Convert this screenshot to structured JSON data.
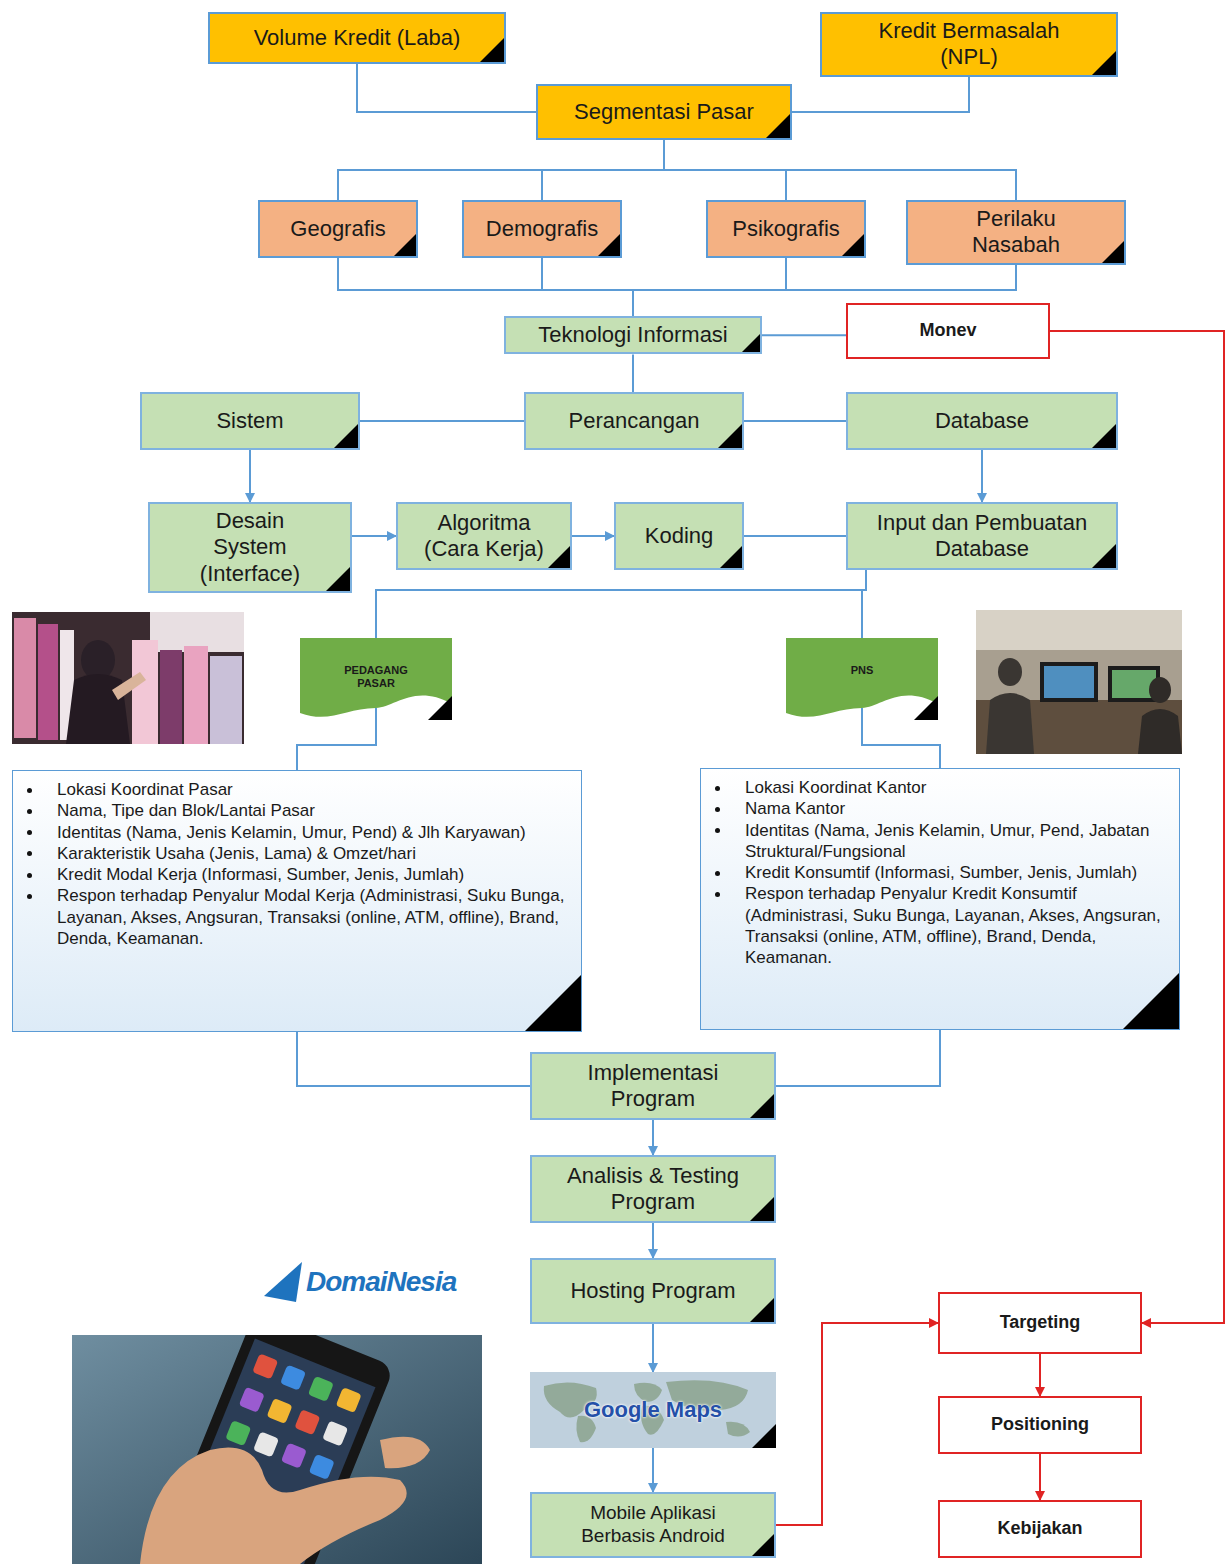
{
  "diagram": {
    "nodes": [
      {
        "text": [
          "Volume Kredit (Laba)"
        ]
      },
      {
        "text": [
          "Kredit Bermasalah (NPL)"
        ]
      },
      {
        "text": [
          "Segmentasi Pasar"
        ]
      },
      {
        "text": [
          "Geografis"
        ]
      },
      {
        "text": [
          "Demografis"
        ]
      },
      {
        "text": [
          "Psikografis"
        ]
      },
      {
        "text": [
          "Perilaku Nasabah"
        ]
      },
      {
        "text": [
          "Teknologi Informasi"
        ]
      },
      {
        "text": [
          "Monev"
        ]
      },
      {
        "text": [
          "Sistem"
        ]
      },
      {
        "text": [
          "Perancangan"
        ]
      },
      {
        "text": [
          "Database"
        ]
      },
      {
        "text": [
          "Desain System (Interface)"
        ]
      },
      {
        "text": [
          "Algoritma (Cara Kerja)"
        ]
      },
      {
        "text": [
          "Koding"
        ]
      },
      {
        "text": [
          "Input dan Pembuatan Database"
        ]
      },
      {
        "text": [
          "PEDAGANG PASAR"
        ]
      },
      {
        "text": [
          "PNS"
        ]
      },
      {
        "text": [
          "Lokasi Koordinat Pasar",
          "Nama, Tipe dan Blok/Lantai Pasar",
          "Identitas (Nama, Jenis Kelamin, Umur, Pend) & Jlh Karyawan)",
          "Karakteristik Usaha (Jenis, Lama) & Omzet/hari",
          "Kredit Modal Kerja (Informasi, Sumber, Jenis, Jumlah)",
          "Respon terhadap Penyalur Modal Kerja (Administrasi, Suku Bunga, Layanan, Akses, Angsuran, Transaksi (online, ATM, offline), Brand, Denda, Keamanan."
        ]
      },
      {
        "text": [
          "Lokasi Koordinat Kantor",
          "Nama Kantor",
          "Identitas (Nama, Jenis Kelamin, Umur, Pend, Jabatan Struktural/Fungsional",
          "Kredit Konsumtif (Informasi, Sumber, Jenis, Jumlah)",
          "Respon terhadap Penyalur Kredit Konsumtif (Administrasi, Suku Bunga, Layanan, Akses, Angsuran, Transaksi (online, ATM, offline), Brand, Denda, Keamanan."
        ]
      },
      {
        "text": [
          "Implementasi Program"
        ]
      },
      {
        "text": [
          "Analisis & Testing Program"
        ]
      },
      {
        "text": [
          "Hosting Program"
        ]
      },
      {
        "text": [
          "Google Maps"
        ]
      },
      {
        "text": [
          "Mobile Aplikasi Berbasis Android"
        ]
      },
      {
        "text": [
          "Targeting"
        ]
      },
      {
        "text": [
          "Positioning"
        ]
      },
      {
        "text": [
          "Kebijakan"
        ]
      }
    ],
    "edges": [
      {
        "from": 0,
        "to": 2,
        "arrow": "none"
      },
      {
        "from": 1,
        "to": 2,
        "arrow": "none"
      },
      {
        "from": 2,
        "to": 3,
        "arrow": "none"
      },
      {
        "from": 2,
        "to": 4,
        "arrow": "none"
      },
      {
        "from": 2,
        "to": 5,
        "arrow": "none"
      },
      {
        "from": 2,
        "to": 6,
        "arrow": "none"
      },
      {
        "from": 3,
        "to": 7,
        "arrow": "none"
      },
      {
        "from": 4,
        "to": 7,
        "arrow": "none"
      },
      {
        "from": 5,
        "to": 7,
        "arrow": "none"
      },
      {
        "from": 6,
        "to": 7,
        "arrow": "none"
      },
      {
        "from": 7,
        "to": 8,
        "arrow": "none"
      },
      {
        "from": 7,
        "to": 10,
        "arrow": "none"
      },
      {
        "from": 10,
        "to": 9,
        "arrow": "none"
      },
      {
        "from": 10,
        "to": 11,
        "arrow": "none"
      },
      {
        "from": 9,
        "to": 12,
        "arrow": "to"
      },
      {
        "from": 12,
        "to": 13,
        "arrow": "to"
      },
      {
        "from": 13,
        "to": 14,
        "arrow": "to"
      },
      {
        "from": 14,
        "to": 15,
        "arrow": "none"
      },
      {
        "from": 11,
        "to": 15,
        "arrow": "to"
      },
      {
        "from": 15,
        "to": 16,
        "arrow": "none"
      },
      {
        "from": 15,
        "to": 17,
        "arrow": "none"
      },
      {
        "from": 16,
        "to": 18,
        "arrow": "none"
      },
      {
        "from": 17,
        "to": 19,
        "arrow": "none"
      },
      {
        "from": 18,
        "to": 20,
        "arrow": "none"
      },
      {
        "from": 19,
        "to": 20,
        "arrow": "none"
      },
      {
        "from": 20,
        "to": 21,
        "arrow": "to"
      },
      {
        "from": 21,
        "to": 22,
        "arrow": "to"
      },
      {
        "from": 22,
        "to": 23,
        "arrow": "to"
      },
      {
        "from": 23,
        "to": 24,
        "arrow": "to"
      },
      {
        "from": 24,
        "to": 25,
        "arrow": "to"
      },
      {
        "from": 8,
        "to": 25,
        "arrow": "to"
      },
      {
        "from": 25,
        "to": 26,
        "arrow": "to"
      },
      {
        "from": 26,
        "to": 27,
        "arrow": "to"
      }
    ],
    "labels": [
      "DomaiNesia"
    ]
  }
}
